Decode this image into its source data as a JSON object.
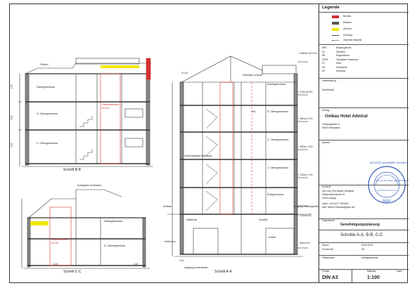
{
  "legend": {
    "title": "Legende",
    "items": [
      {
        "label": "Neubau",
        "color": "#d32f2f"
      },
      {
        "label": "Bestand",
        "color": "#555555"
      },
      {
        "label": "Abbruch",
        "color": "#f2e600"
      }
    ],
    "line_items": [
      "Unterzüg",
      "verdeckte Bauteile"
    ]
  },
  "abbreviations": [
    [
      "BRH",
      "Brüstungshöhe"
    ],
    [
      "OL",
      "Oberlicht"
    ],
    [
      "RR",
      "Regenfallrohr"
    ],
    [
      "OKFB",
      "Oberkante Fussboden"
    ],
    [
      "ST",
      "Sturz"
    ],
    [
      "UK",
      "Unterkante"
    ],
    [
      "UZ",
      "Unterzug"
    ]
  ],
  "schriftfuehrung": "Schriftführung",
  "hoehenkoten": "Höhenkoten",
  "auftrag": "Auftrag",
  "project_title": "Umbau Hotel Admiral",
  "address_1": "Geisbergstraße 8",
  "address_2": "65193 Wiesbaden",
  "bauherr": "Bauherr",
  "architekt": {
    "label": "Architekt",
    "lines": [
      "Dipl.-Ing. (FH) Nelson Gebhardt",
      "Weißenfelserstraße 43",
      "04229 Leipzig",
      "mobil: +49 (0)177 7804811",
      "Mail: Nelson.Gebhardt@gmx.net"
    ]
  },
  "stamp": {
    "top": "ARCHITEKTENKAMMER SACHSEN",
    "middle": "Dipl.-Ing. (FH) Nelson Gebhardt Architekt",
    "number": "5910"
  },
  "gegenstand_label": "Gegenstand",
  "gegenstand": "Genehmigungsplanung",
  "sheet_title": "Schnitte A-A, B-B, C-C",
  "datum_label": "Datum",
  "datum": "09.05.2019",
  "gezeichnet_label": "Gezeichnet",
  "gezeichnet": "NG",
  "plannummer_label": "Plannummer",
  "auftragsnummer_label": "Auftragsnummer",
  "format_label": "Format",
  "format": "DIN A3",
  "massstab_label": "Maßstab",
  "massstab": "1:100",
  "index_label": "Index",
  "sections": {
    "aa": "Schnitt A-A",
    "bb": "Schnitt B-B",
    "cc": "Schnitt C-C"
  },
  "floors_bb": [
    "Dachgeschoss",
    "3. Obergeschoss",
    "2. Obergeschoss"
  ],
  "floors_aa": [
    "Dachgeschoss",
    "3. Obergeschoss",
    "2. Obergeschoss",
    "1. Obergeschoss",
    "Erdgeschoss",
    "Keller"
  ],
  "floors_cc": [
    "Dachgeschoss",
    "3. Obergeschoss"
  ],
  "annotations": {
    "giebel": "Giebel",
    "fahrstuhl": "Fahrstuhlschacht",
    "fahrstuhl2": "KG-DG",
    "schraegdach": "Schrägdach im Bestand",
    "geschossdecke": "Geschosstreppe Stahlbeton",
    "eingang": "Ausgang Kundenstraße",
    "holzbalken": "Holzbalken verputzt",
    "kellerraum": "Kellerraum",
    "stahlbeton": "Stahlbeton",
    "gewoelbe": "Gewölbe",
    "ausgang": "Ausgang Geisbergstraße",
    "gelaende": "Gelände",
    "ksl": "KSL",
    "kdg": "K-L2A"
  },
  "levels": [
    "+ 1550cm OK First",
    "+ 1240 cm DG",
    "+ 960cm 3.OG",
    "+ 630cm 2.OG",
    "+ 310cm 1.OG",
    "+ 0.00cm EG",
    "- 281cm KG"
  ],
  "dims": [
    "0,24",
    "3,10",
    "2,10",
    "1,55",
    "2,75",
    "3,00"
  ]
}
